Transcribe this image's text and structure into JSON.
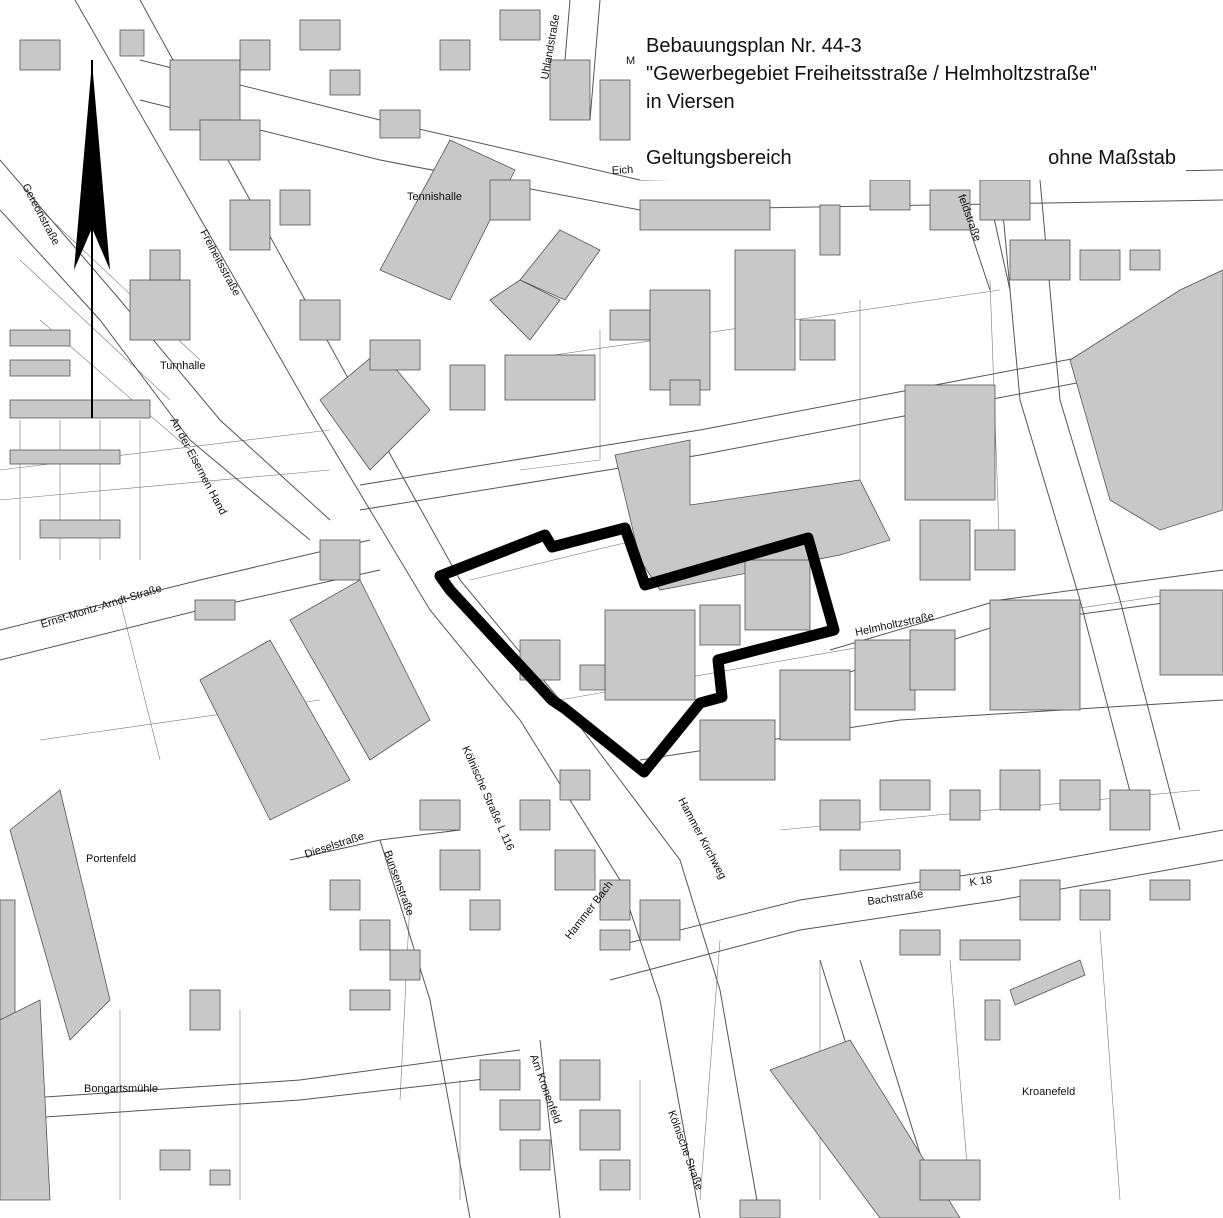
{
  "title_box": {
    "title": "Bebauungsplan Nr. 44-3",
    "subtitle": "\"Gewerbegebiet Freiheitsstraße / Helmholtzstraße\"",
    "city": "in Viersen",
    "scope": "Geltungsbereich",
    "scale": "ohne Maßstab"
  },
  "streets": {
    "gereonstrasse": "Gereonstraße",
    "freiheitsstrasse": "Freiheitsstraße",
    "uhlandstrasse": "Uhlandstraße",
    "eich": "Eich",
    "m": "M",
    "feldstrasse": "feldstraße",
    "an_der_eisernen_hand": "An der Eisernen Hand",
    "ernst_moritz_arndt": "Ernst-Moritz-Arndt-Straße",
    "helmholtzstrasse": "Helmholtzstraße",
    "koelnische_l116": "Kölnische Straße L 116",
    "hammer_kirchweg": "Hammer Kirchweg",
    "dieselstrasse": "Dieselstraße",
    "bunsenstrasse": "Bunsenstraße",
    "hammer_bach": "Hammer Bach",
    "bachstrasse": "Bachstraße",
    "k18": "K 18",
    "am_kronenfeld": "Am Kronenfeld",
    "koelnische_strasse": "Kölnische Straße"
  },
  "places": {
    "tennishalle": "Tennishalle",
    "turnhalle": "Turnhalle",
    "portenfeld": "Portenfeld",
    "bongartsmuehle": "Bongartsmühle",
    "kroanefeld": "Kroanefeld"
  },
  "colors": {
    "building_fill": "#c8c8c8",
    "line": "#555555",
    "boundary": "#000000"
  },
  "icons": {
    "north_arrow": "north-arrow-icon"
  }
}
